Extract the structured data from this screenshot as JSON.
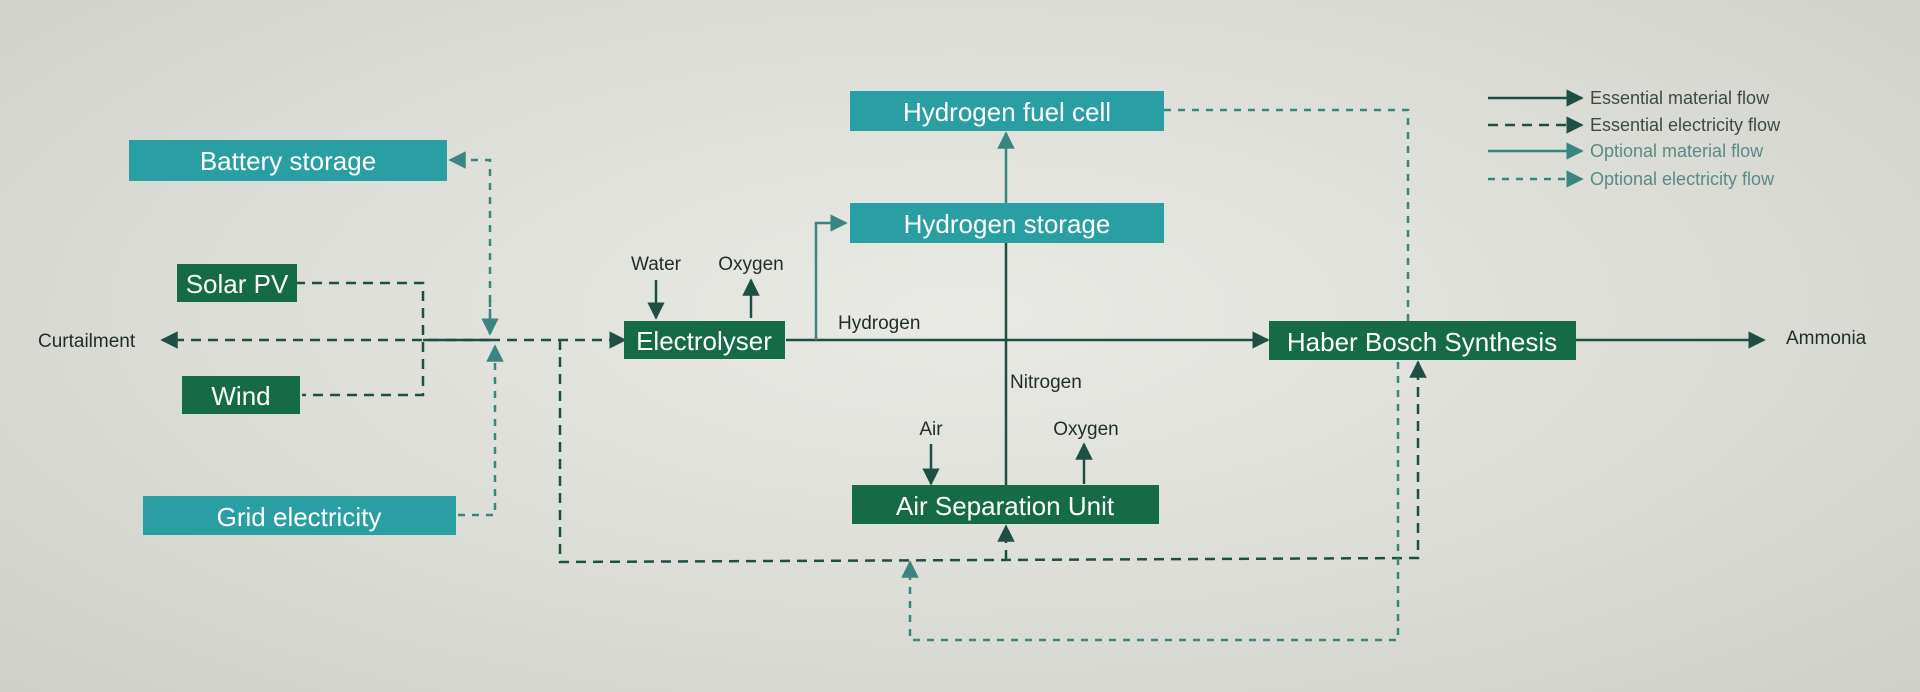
{
  "colors": {
    "teal": "#2a9fa3",
    "dark_green": "#166b47",
    "essential_line": "#1e4f45",
    "optional_line": "#3a8580",
    "label_text": "#1f2d2a",
    "legend_essential_text": "#3c4a48",
    "legend_optional_text": "#5a8a88"
  },
  "nodes": {
    "battery_storage": "Battery storage",
    "solar_pv": "Solar PV",
    "wind": "Wind",
    "grid_electricity": "Grid electricity",
    "electrolyser": "Electrolyser",
    "hydrogen_fuel_cell": "Hydrogen fuel cell",
    "hydrogen_storage": "Hydrogen storage",
    "haber_bosch": "Haber Bosch Synthesis",
    "air_separation_unit": "Air Separation Unit"
  },
  "labels": {
    "curtailment": "Curtailment",
    "water": "Water",
    "oxygen_electrolyser": "Oxygen",
    "hydrogen": "Hydrogen",
    "nitrogen": "Nitrogen",
    "air": "Air",
    "oxygen_asu": "Oxygen",
    "ammonia": "Ammonia"
  },
  "legend": [
    {
      "label": "Essential material flow",
      "style": "solid",
      "kind": "essential"
    },
    {
      "label": "Essential electricity flow",
      "style": "dashed",
      "kind": "essential"
    },
    {
      "label": "Optional material flow",
      "style": "solid",
      "kind": "optional"
    },
    {
      "label": "Optional electricity flow",
      "style": "dashed",
      "kind": "optional"
    }
  ]
}
